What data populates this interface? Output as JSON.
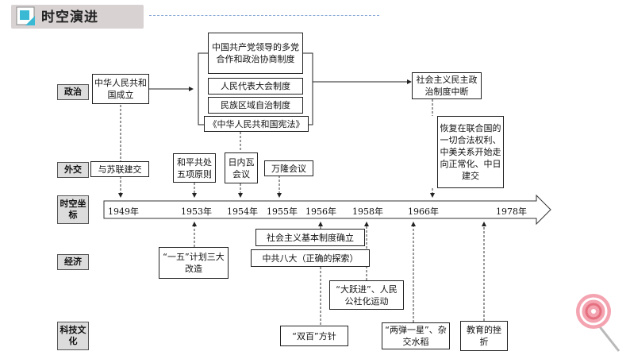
{
  "header": {
    "title": "时空演进"
  },
  "categories": {
    "politics": "政治",
    "diplomacy": "外交",
    "timeline": "时空坐标",
    "economy": "经济",
    "culture": "科技文化"
  },
  "years": [
    "1949年",
    "1953年",
    "1954年",
    "1955年",
    "1956年",
    "1958年",
    "1966年",
    "1978年"
  ],
  "politics": {
    "founding": "中华人民共和国成立",
    "cppcc": "中国共产党领导的多党合作和政治协商制度",
    "npc": "人民代表大会制度",
    "autonomy": "民族区域自治制度",
    "constitution": "《中华人民共和国宪法》",
    "interrupt": "社会主义民主政治制度中断"
  },
  "diplomacy": {
    "ussr": "与苏联建交",
    "five_principles": "和平共处五项原则",
    "geneva": "日内瓦会议",
    "bandung": "万隆会议",
    "un": "恢复在联合国的一切合法权利、中美关系开始走向正常化、中日建交"
  },
  "economy": {
    "five_year": "“一五”计划三大改造",
    "socialist": "社会主义基本制度确立",
    "eighth_congress": "中共八大（正确的探索）",
    "great_leap": "“大跃进”、人民公社化运动"
  },
  "culture": {
    "double_hundred": "“双百”方针",
    "two_bombs": "“两弹一星”、杂交水稻",
    "education": "教育的挫折"
  }
}
